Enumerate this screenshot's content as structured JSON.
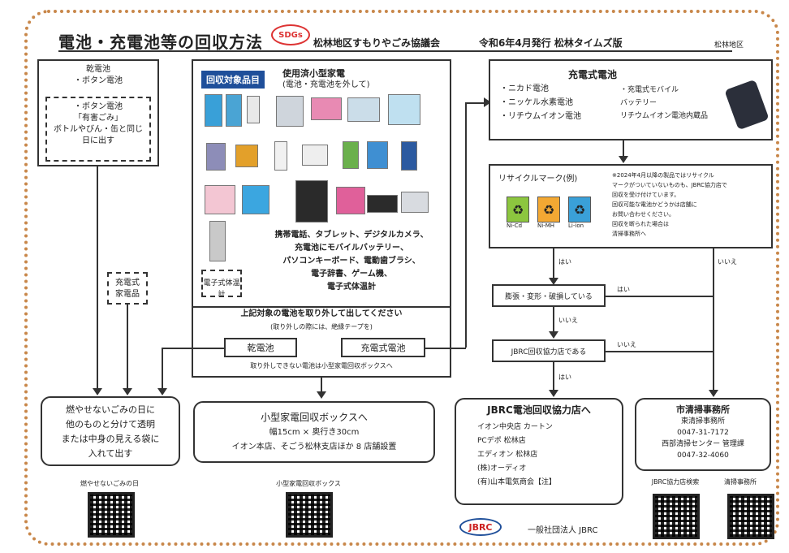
{
  "header": {
    "title": "電池・充電池等の回収方法",
    "stamp": "SDGs",
    "sub1": "松林地区すもりやごみ協議会",
    "sub2": "令和6年4月発行 松林タイムズ版",
    "sub3": "松林地区"
  },
  "left_box": {
    "line1": "乾電池",
    "line2": "・ボタン電池"
  },
  "left_dashed": {
    "line1": "・ボタン電池",
    "line2": "「有害ごみ」",
    "line3": "ボトルやびん・缶と同じ日に出す"
  },
  "left_small_dashed": {
    "line1": "充電式",
    "line2": "家電品"
  },
  "left_bottom": {
    "line1": "燃やせないごみの日に",
    "line2": "他のものと分けて透明",
    "line3": "または中身の見える袋に",
    "line4": "入れて出す"
  },
  "center": {
    "blue_label": "回収対象品目",
    "heading1": "使用済小型家電",
    "heading2": "(電池・充電池を外して)",
    "caption_lines": [
      "携帯電話、タブレット、デジタルカメラ、",
      "充電池にモバイルバッテリー、",
      "パソコンキーボード、電動歯ブラシ、",
      "電子辞書、ゲーム機、",
      "電子式体温計"
    ],
    "items_label": "電子式体温計",
    "notice": "上記対象の電池を取り外して出してください",
    "notice_sub": "(取り外しの際には、絶縁テープを)",
    "btn_battery": "乾電池",
    "btn_rechargeable": "充電式電池",
    "bottom_note": "取り外しできない電池は小型家電回収ボックスへ"
  },
  "center_bottom": {
    "line1": "小型家電回収ボックスへ",
    "line2": "幅15cm × 奥行き30cm",
    "line3": "イオン本店、そごう松林支店ほか 8 店舗設置"
  },
  "right_top": {
    "title": "充電式電池",
    "list_left": [
      "・ニカド電池",
      "・ニッケル水素電池",
      "・リチウムイオン電池"
    ],
    "list_right": [
      "・充電式モバイル",
      "バッテリー",
      "リチウムイオン電池内蔵品"
    ]
  },
  "recycle": {
    "label": "リサイクルマーク(例)",
    "marks": [
      "Ni-Cd",
      "Ni-MH",
      "Li-ion"
    ],
    "desc_lines": [
      "※2024年4月以降の製品ではリサイクル",
      "マークがついていないものも、JBRC協力店で",
      "回収を受け付けています。",
      "回収可能な電池かどうかは店舗に",
      "お問い合わせください。",
      "回収を断られた場合は",
      "清掃事務所へ"
    ]
  },
  "flow": {
    "yes1": "はい",
    "no1": "いいえ",
    "step1": "膨張・変形・破損している",
    "yes2": "はい",
    "no2": "いいえ",
    "step2": "JBRC回収協力店である",
    "yes3": "はい",
    "no3": "いいえ"
  },
  "jbrc": {
    "title": "JBRC電池回収協力店へ",
    "stores": [
      "イオン中央店 カートン",
      "PCデポ 松林店",
      "エディオン 松林店",
      "(株)オーディオ",
      "(有)山本電気商会【注】"
    ]
  },
  "office": {
    "title": "市清掃事務所",
    "line1": "東清掃事務所",
    "line2": "0047-31-7172",
    "line3": "西部清掃センター 管理課",
    "line4": "0047-32-4060"
  },
  "qr": {
    "q1": "燃やせないごみの日",
    "q2": "小型家電回収ボックス",
    "q3": "JBRC協力店検索",
    "q4": "清掃事務所"
  },
  "footer": {
    "logo": "JBRC",
    "org": "一般社団法人 JBRC"
  }
}
